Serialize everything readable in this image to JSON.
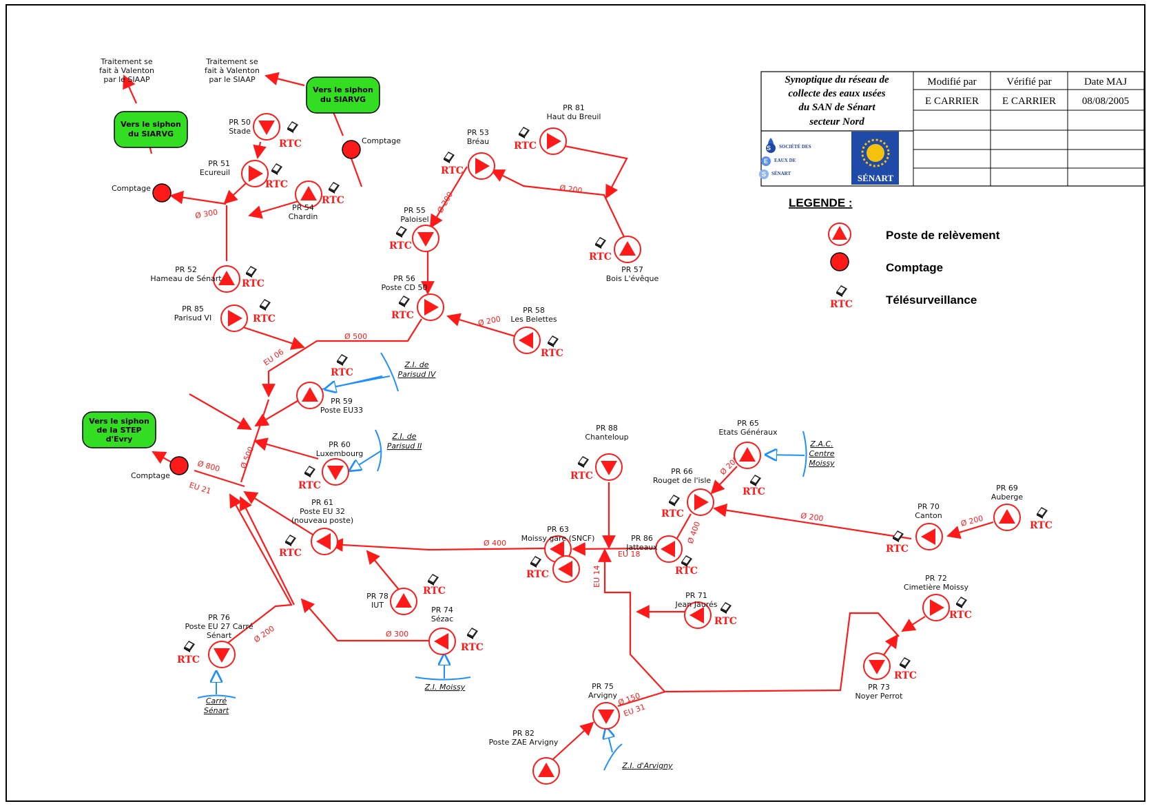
{
  "title_block": {
    "title_lines": [
      "Synoptique du réseau de",
      "collecte des eaux usées",
      "du SAN de Sénart",
      "secteur Nord"
    ],
    "headers": [
      "Modifié par",
      "Vérifié par",
      "Date MAJ"
    ],
    "values": [
      "E CARRIER",
      "E CARRIER",
      "08/08/2005"
    ],
    "logo_left": [
      "SOCIÉTÉ DES",
      "EAUX DE",
      "SÉNART"
    ],
    "logo_right": "SÉNART"
  },
  "legend": {
    "title": "LEGENDE :",
    "items": [
      {
        "icon": "pump-station-icon",
        "label": "Poste de relèvement"
      },
      {
        "icon": "meter-icon",
        "label": "Comptage"
      },
      {
        "icon": "telemetry-icon",
        "label": "Télésurveillance"
      }
    ],
    "rtc": "RTC"
  },
  "colors": {
    "pipe": "#ff1a1a",
    "zone": "#1e8fff",
    "siphon": "#33dd22"
  },
  "siphons": [
    {
      "id": "siphon-1",
      "lines": [
        "Vers le siphon",
        "du SIARVG"
      ]
    },
    {
      "id": "siphon-2",
      "lines": [
        "Vers le siphon",
        "du SIARVG"
      ]
    },
    {
      "id": "siphon-3",
      "lines": [
        "Vers le siphon",
        "de la STEP",
        "d'Evry"
      ]
    }
  ],
  "treatment_notes": [
    {
      "lines": [
        "Traitement se",
        "fait à Valenton",
        "par le SIAAP"
      ]
    },
    {
      "lines": [
        "Traitement se",
        "fait à Valenton",
        "par le SIAAP"
      ]
    }
  ],
  "meters": [
    "Comptage",
    "Comptage",
    "Comptage"
  ],
  "stations": [
    {
      "id": "pr50",
      "lines": [
        "PR 50",
        "Stade"
      ]
    },
    {
      "id": "pr51",
      "lines": [
        "PR 51",
        "Ecureuil"
      ]
    },
    {
      "id": "pr54",
      "lines": [
        "PR 54",
        "Chardin"
      ]
    },
    {
      "id": "pr52",
      "lines": [
        "PR 52",
        "Hameau de Sénart"
      ]
    },
    {
      "id": "pr85",
      "lines": [
        "PR 85",
        "Parisud VI"
      ]
    },
    {
      "id": "pr53",
      "lines": [
        "PR 53",
        "Bréau"
      ]
    },
    {
      "id": "pr81",
      "lines": [
        "PR 81",
        "Haut du Breuil"
      ]
    },
    {
      "id": "pr55",
      "lines": [
        "PR 55",
        "Paloisel"
      ]
    },
    {
      "id": "pr57",
      "lines": [
        "PR 57",
        "Bois L'évêque"
      ]
    },
    {
      "id": "pr56",
      "lines": [
        "PR 56",
        "Poste CD 50"
      ]
    },
    {
      "id": "pr58",
      "lines": [
        "PR 58",
        "Les Belettes"
      ]
    },
    {
      "id": "pr59",
      "lines": [
        "PR 59",
        "Poste EU33"
      ]
    },
    {
      "id": "pr60",
      "lines": [
        "PR 60",
        "Luxembourg"
      ]
    },
    {
      "id": "pr61",
      "lines": [
        "PR 61",
        "Poste EU 32",
        "(nouveau poste)"
      ]
    },
    {
      "id": "pr78",
      "lines": [
        "PR 78",
        "IUT"
      ]
    },
    {
      "id": "pr74",
      "lines": [
        "PR 74",
        "Sézac"
      ]
    },
    {
      "id": "pr76",
      "lines": [
        "PR 76",
        "Poste EU 27 Carré",
        "Sénart"
      ]
    },
    {
      "id": "pr88",
      "lines": [
        "PR 88",
        "Chanteloup"
      ]
    },
    {
      "id": "pr63",
      "lines": [
        "PR 63",
        "Moissy gare (SNCF)"
      ]
    },
    {
      "id": "pr86",
      "lines": [
        "PR 86",
        "Jatteaux"
      ]
    },
    {
      "id": "pr66",
      "lines": [
        "PR 66",
        "Rouget de l'isle"
      ]
    },
    {
      "id": "pr65",
      "lines": [
        "PR 65",
        "Etats Généraux"
      ]
    },
    {
      "id": "pr71",
      "lines": [
        "PR 71",
        "Jean Jaurés"
      ]
    },
    {
      "id": "pr69",
      "lines": [
        "PR 69",
        "Auberge"
      ]
    },
    {
      "id": "pr70",
      "lines": [
        "PR 70",
        "Canton"
      ]
    },
    {
      "id": "pr72",
      "lines": [
        "PR 72",
        "Cimetière Moissy"
      ]
    },
    {
      "id": "pr73",
      "lines": [
        "PR 73",
        "Noyer Perrot"
      ]
    },
    {
      "id": "pr75",
      "lines": [
        "PR 75",
        "Arvigny"
      ]
    },
    {
      "id": "pr82",
      "lines": [
        "PR 82",
        "Poste  ZAE Arvigny"
      ]
    }
  ],
  "zones": [
    {
      "id": "zi-parisud-iv",
      "lines": [
        "Z.I. de",
        "Parisud IV"
      ]
    },
    {
      "id": "zi-parisud-ii",
      "lines": [
        "Z.I. de",
        "Parisud II"
      ]
    },
    {
      "id": "zac-centre-moissy",
      "lines": [
        "Z.A.C.",
        "Centre",
        "Moissy"
      ]
    },
    {
      "id": "zi-moissy",
      "lines": [
        "Z.I. Moissy"
      ]
    },
    {
      "id": "carre-senart",
      "lines": [
        "Carré",
        "Sénart"
      ]
    },
    {
      "id": "zi-arvigny",
      "lines": [
        "Z.I. d'Arvigny"
      ]
    }
  ],
  "pipe_labels": [
    {
      "id": "p1",
      "text": "Ø 300"
    },
    {
      "id": "p2",
      "text": "Ø 200"
    },
    {
      "id": "p3",
      "text": "Ø 200"
    },
    {
      "id": "p4",
      "text": "Ø 200"
    },
    {
      "id": "p5",
      "text": "EU 06"
    },
    {
      "id": "p6",
      "text": "Ø 500"
    },
    {
      "id": "p7",
      "text": "Ø 500"
    },
    {
      "id": "p8",
      "text": "Ø 800"
    },
    {
      "id": "p9",
      "text": "EU 21"
    },
    {
      "id": "p10",
      "text": "Ø 400"
    },
    {
      "id": "p11",
      "text": "Ø 300"
    },
    {
      "id": "p12",
      "text": "Ø 200"
    },
    {
      "id": "p13",
      "text": "EU 18"
    },
    {
      "id": "p14",
      "text": "EU 14"
    },
    {
      "id": "p15",
      "text": "Ø 400"
    },
    {
      "id": "p16",
      "text": "Ø 200"
    },
    {
      "id": "p17",
      "text": "Ø 200"
    },
    {
      "id": "p18",
      "text": "Ø 200"
    },
    {
      "id": "p19",
      "text": "Ø 150"
    },
    {
      "id": "p20",
      "text": "EU 31"
    }
  ]
}
